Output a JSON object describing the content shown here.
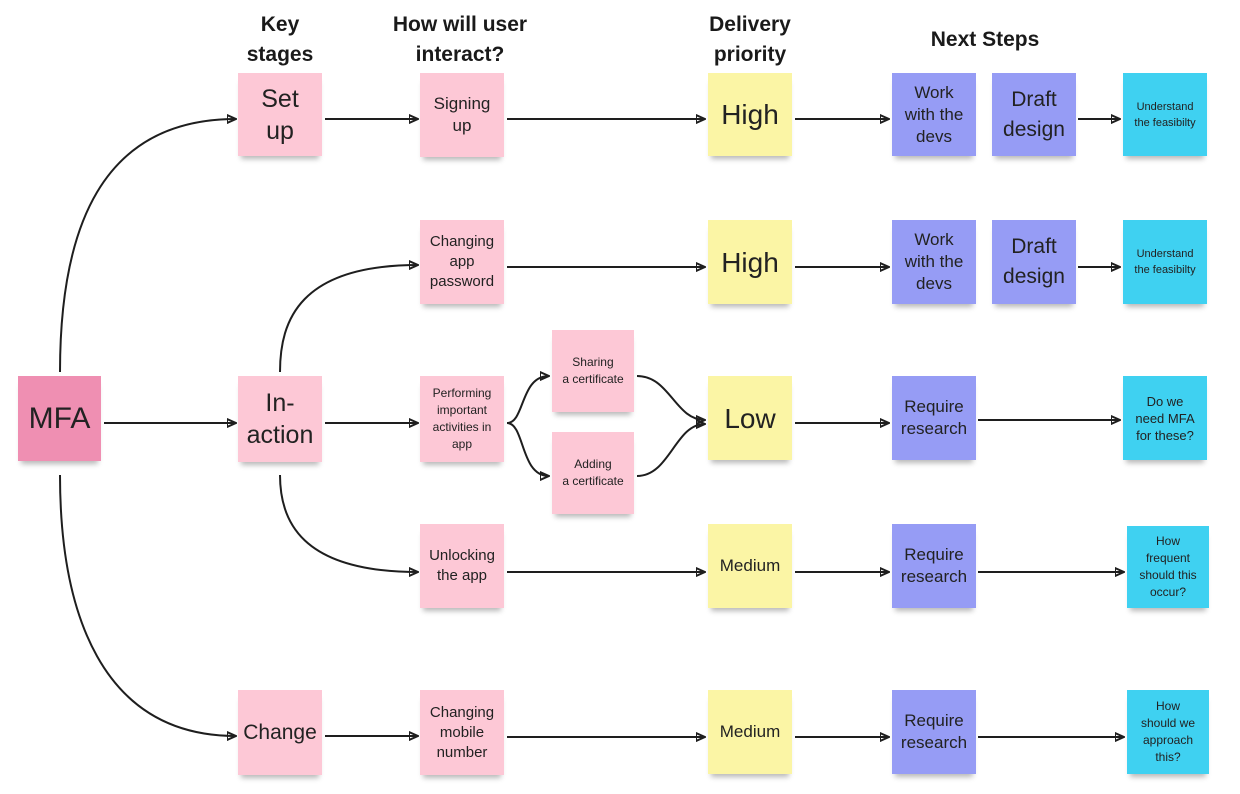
{
  "headers": {
    "key_stages": "Key\nstages",
    "interaction": "How will user\ninteract?",
    "priority": "Delivery\npriority",
    "next_steps": "Next Steps"
  },
  "root": {
    "label": "MFA",
    "color": "#ef8fb2"
  },
  "stages": {
    "setup": "Set\nup",
    "in_action": "In-\naction",
    "change": "Change"
  },
  "interactions": {
    "signing_up": "Signing\nup",
    "changing_app_password": "Changing\napp\npassword",
    "performing_activities": "Performing\nimportant\nactivities in\napp",
    "unlocking_app": "Unlocking\nthe app",
    "changing_mobile": "Changing\nmobile\nnumber"
  },
  "sub_activities": {
    "sharing_certificate": "Sharing\na certificate",
    "adding_certificate": "Adding\na certificate"
  },
  "priorities": {
    "row1": "High",
    "row2": "High",
    "row3": "Low",
    "row4": "Medium",
    "row5": "Medium"
  },
  "next_steps": {
    "row1": {
      "step1": "Work\nwith the\ndevs",
      "step2": "Draft\ndesign",
      "outcome": "Understand\nthe feasibilty"
    },
    "row2": {
      "step1": "Work\nwith the\ndevs",
      "step2": "Draft\ndesign",
      "outcome": "Understand\nthe feasibilty"
    },
    "row3": {
      "step1": "Require\nresearch",
      "outcome": "Do we\nneed MFA\nfor these?"
    },
    "row4": {
      "step1": "Require\nresearch",
      "outcome": "How\nfrequent\nshould this\noccur?"
    },
    "row5": {
      "step1": "Require\nresearch",
      "outcome": "How\nshould we\napproach\nthis?"
    }
  },
  "colors": {
    "stage_note": "#fdc8d6",
    "root_note": "#ef8fb2",
    "priority_note": "#fbf5a5",
    "step_note": "#969cf5",
    "outcome_note": "#3fd1f1",
    "connector": "#1e1e1e"
  }
}
